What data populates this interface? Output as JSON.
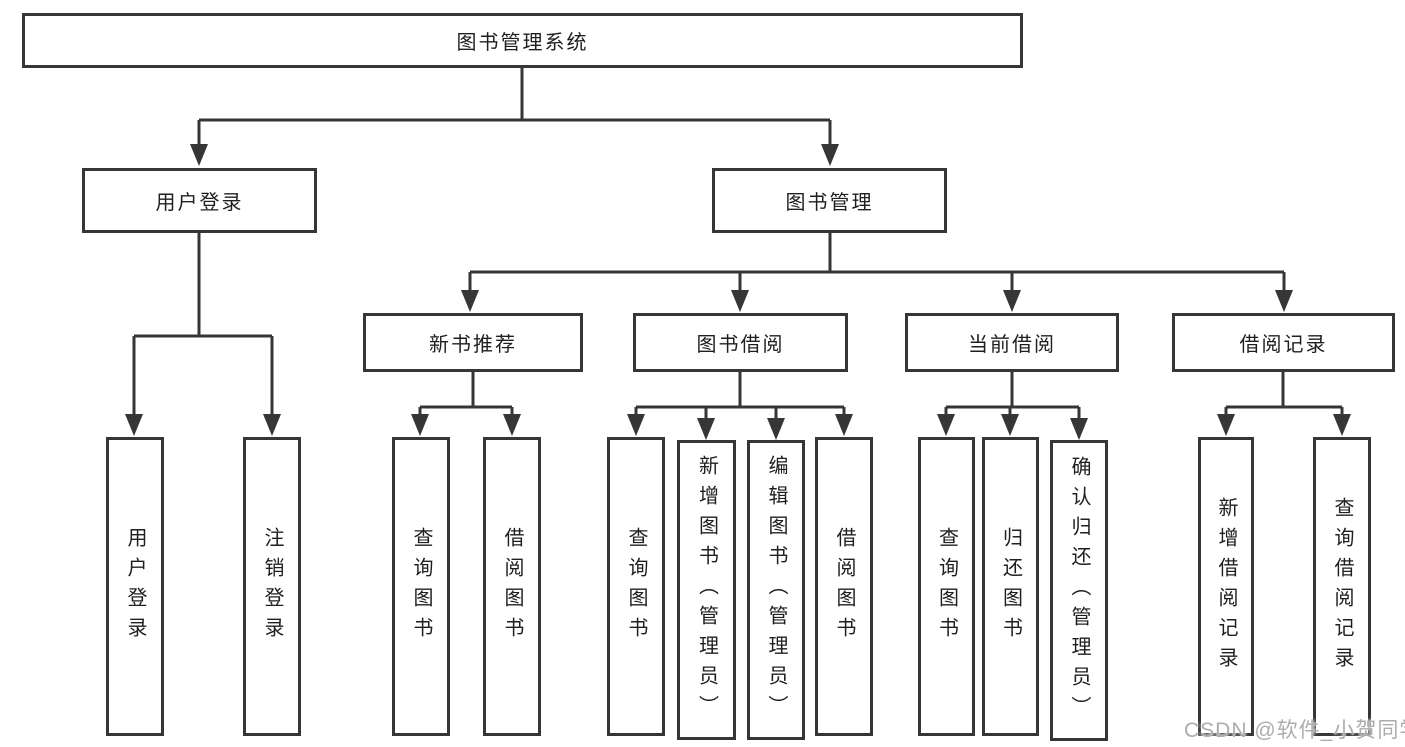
{
  "colors": {
    "line": "#363636",
    "text": "#1f1f1f",
    "watermark": "#adadad",
    "background": "#ffffff"
  },
  "watermark": "CSDN @软件_小贺同学",
  "tree": {
    "root": "图书管理系统",
    "branches": [
      {
        "label": "用户登录",
        "children": [
          "用户登录",
          "注销登录"
        ]
      },
      {
        "label": "图书管理",
        "groups": [
          {
            "label": "新书推荐",
            "children": [
              "查询图书",
              "借阅图书"
            ]
          },
          {
            "label": "图书借阅",
            "children": [
              "查询图书",
              "新增图书（管理员）",
              "编辑图书（管理员）",
              "借阅图书"
            ]
          },
          {
            "label": "当前借阅",
            "children": [
              "查询图书",
              "归还图书",
              "确认归还（管理员）"
            ]
          },
          {
            "label": "借阅记录",
            "children": [
              "新增借阅记录",
              "查询借阅记录"
            ]
          }
        ]
      }
    ]
  }
}
